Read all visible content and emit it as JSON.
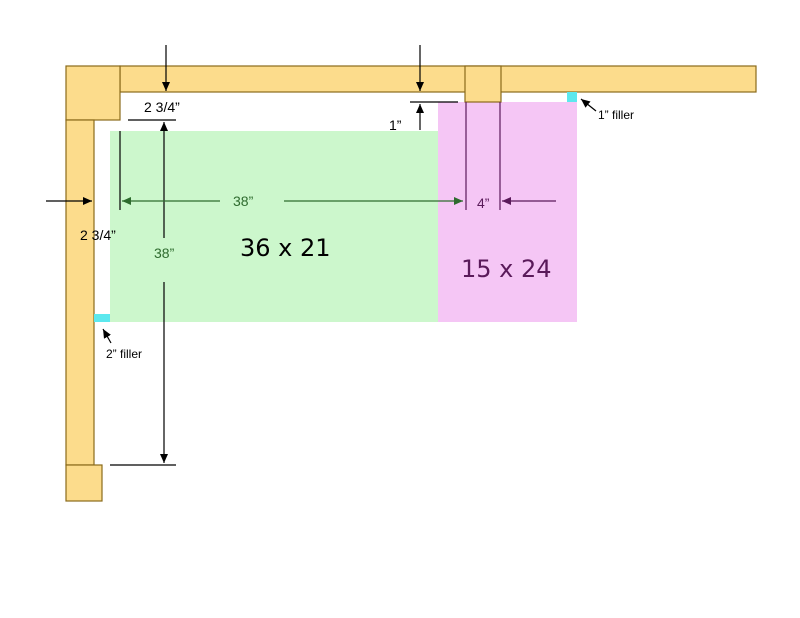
{
  "colors": {
    "wood": "#fcdc8c",
    "green_cabinet": "#ccf7cc",
    "pink_cabinet": "#f5c6f5",
    "filler": "#5ce8ee"
  },
  "labels": {
    "top_offset": "2 3/4”",
    "side_offset": "2 3/4”",
    "small_gap": "1”",
    "width_38": "38”",
    "height_38": "38”",
    "gap_4": "4”",
    "green_size": "36 x 21",
    "pink_size": "15 x 24",
    "filler_1": "1” filler",
    "filler_2": "2” filler"
  }
}
